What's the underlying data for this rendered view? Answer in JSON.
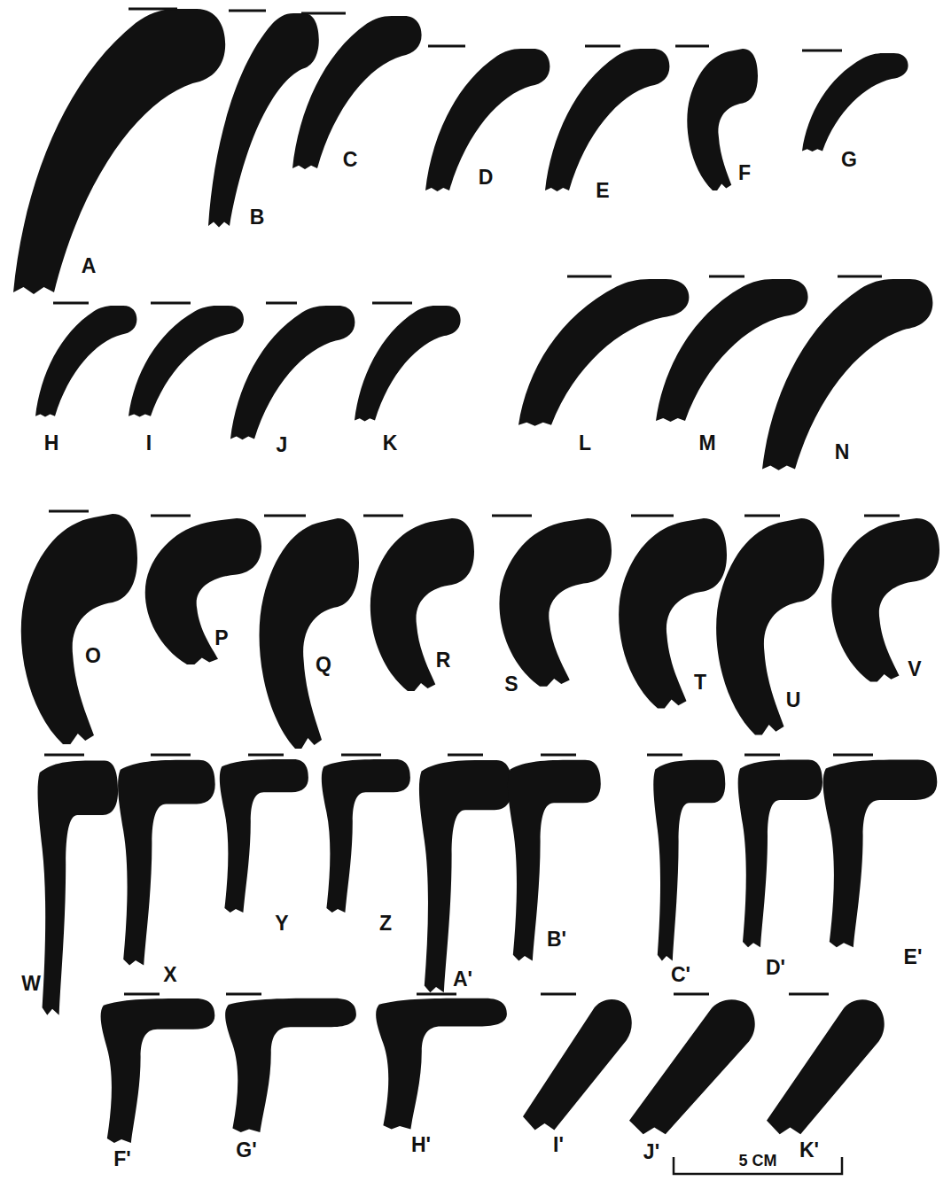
{
  "diagram": {
    "labels": [
      "A",
      "B",
      "C",
      "D",
      "E",
      "F",
      "G",
      "H",
      "I",
      "J",
      "K",
      "L",
      "M",
      "N",
      "O",
      "P",
      "Q",
      "R",
      "S",
      "T",
      "U",
      "V",
      "W",
      "X",
      "Y",
      "Z",
      "A'",
      "B'",
      "C'",
      "D'",
      "E'",
      "F'",
      "G'",
      "H'",
      "I'",
      "J'",
      "K'",
      "5 CM"
    ]
  }
}
